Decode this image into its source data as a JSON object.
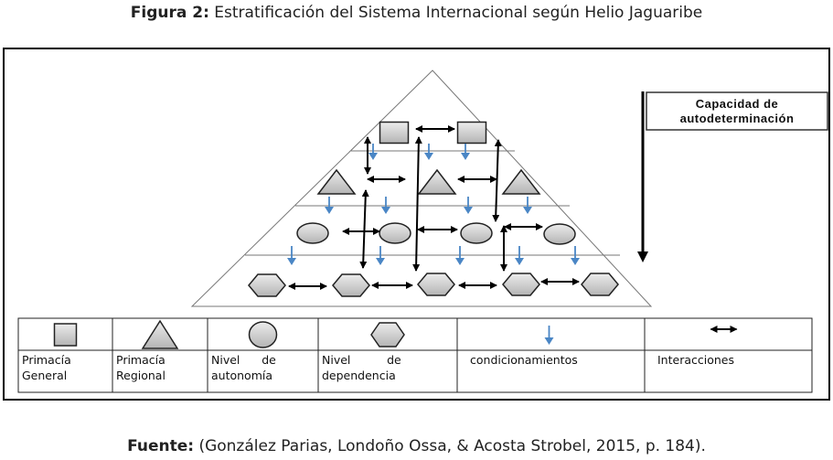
{
  "title": {
    "label": "Figura 2:",
    "text": "Estratificación del Sistema Internacional según Helio Jaguaribe"
  },
  "capacity_box": {
    "line1": "Capacidad de",
    "line2": "autodeterminación"
  },
  "legend": [
    {
      "shape": "square",
      "line1": "Primacía",
      "line2": "General"
    },
    {
      "shape": "triangle",
      "line1": "Primacía",
      "line2": "Regional"
    },
    {
      "shape": "circle",
      "line1": "Nivel      de",
      "line2": "autonomía"
    },
    {
      "shape": "hexagon",
      "line1": "Nivel          de",
      "line2": "dependencia"
    },
    {
      "shape": "blue-arrow-down",
      "line1": "condicionamientos",
      "line2": ""
    },
    {
      "shape": "double-arrow",
      "line1": "Interacciones",
      "line2": ""
    }
  ],
  "footer": {
    "label": "Fuente:",
    "text": "(González Parias, Londoño Ossa, & Acosta Strobel, 2015, p. 184)."
  },
  "colors": {
    "shape_fill": "#c8c8c8",
    "condition_arrow": "#4a86c5",
    "line": "#000000"
  }
}
